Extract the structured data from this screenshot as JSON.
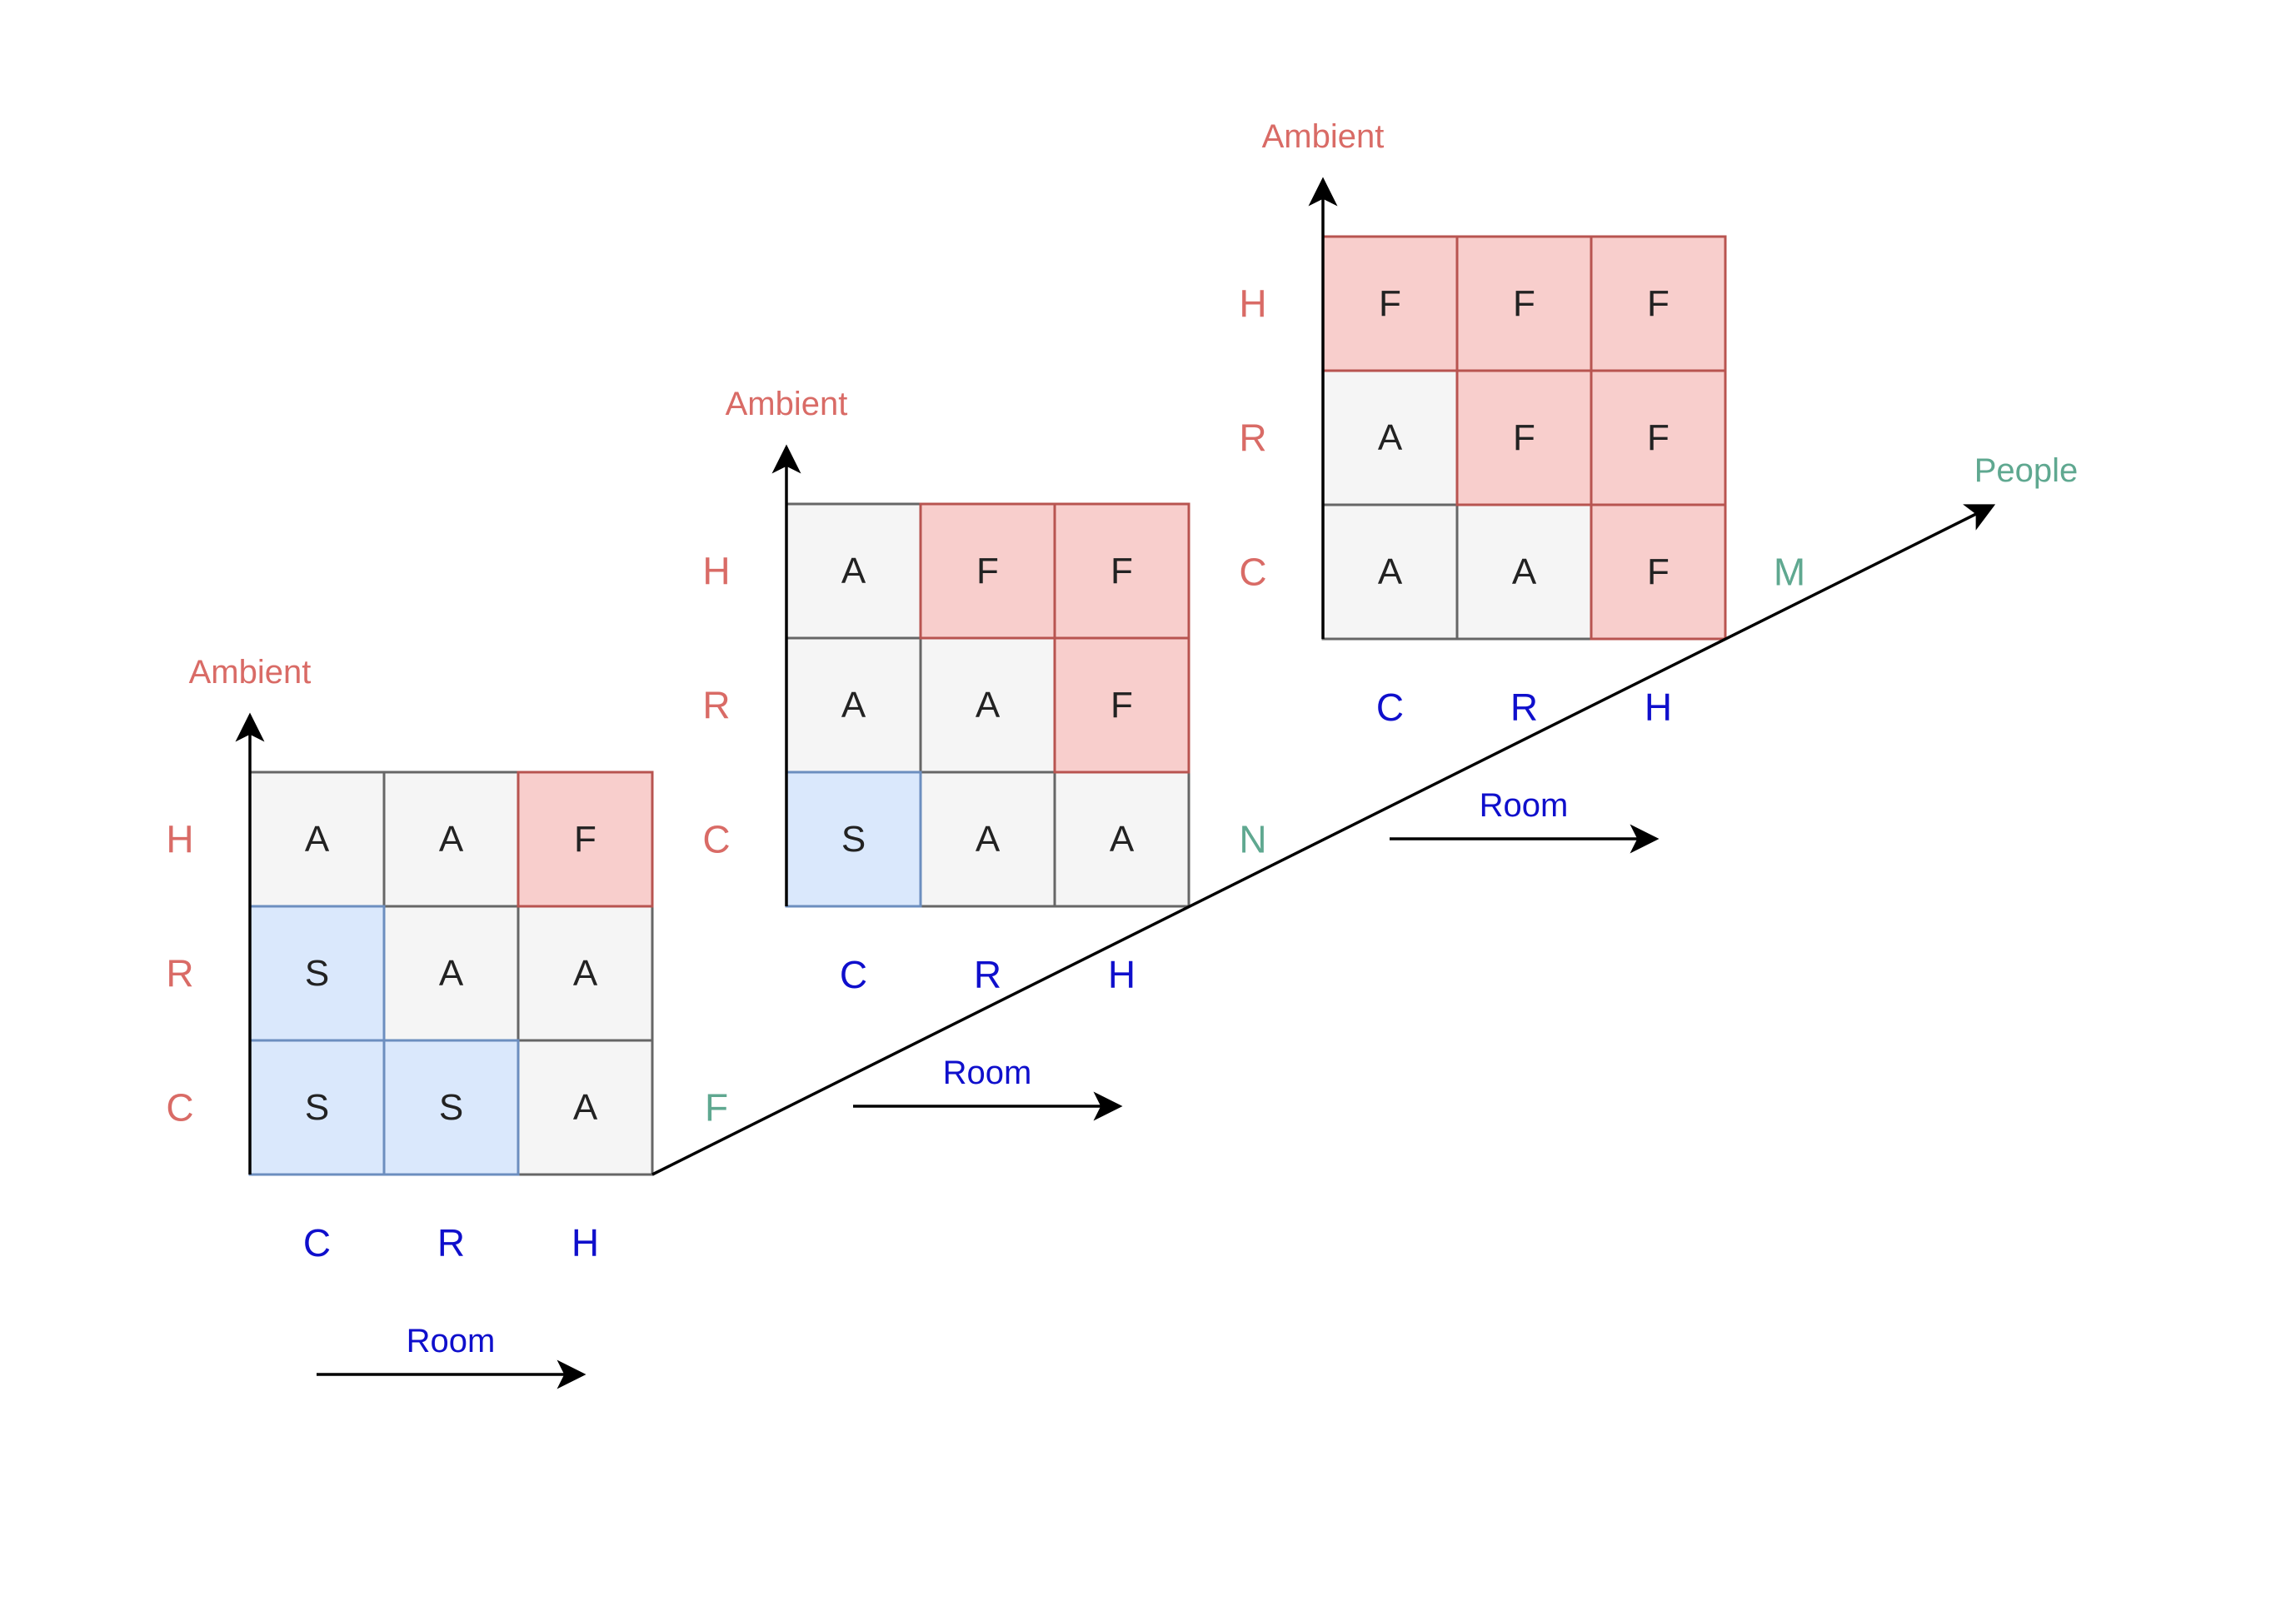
{
  "colors": {
    "ambient_axis_label": "#d96b66",
    "row_label": "#d96b66",
    "col_label": "#0f0fcc",
    "room_label": "#0f0fcc",
    "people_label": "#5fa890",
    "cell_A_fill": "#f5f5f5",
    "cell_A_stroke": "#666666",
    "cell_F_fill": "#f8cecc",
    "cell_F_stroke": "#b85450",
    "cell_S_fill": "#dae8fc",
    "cell_S_stroke": "#6c8ebf",
    "axis": "#000000",
    "cell_text": "#222222"
  },
  "people_axis": {
    "label": "People",
    "levels": [
      "F",
      "N",
      "M"
    ]
  },
  "grids": [
    {
      "id": "grid-f",
      "people_level": "F",
      "ambient_label": "Ambient",
      "room_label": "Room",
      "row_labels": [
        "H",
        "R",
        "C"
      ],
      "col_labels": [
        "C",
        "R",
        "H"
      ],
      "cells": [
        [
          "A",
          "A",
          "F"
        ],
        [
          "S",
          "A",
          "A"
        ],
        [
          "S",
          "S",
          "A"
        ]
      ]
    },
    {
      "id": "grid-n",
      "people_level": "N",
      "ambient_label": "Ambient",
      "room_label": "Room",
      "row_labels": [
        "H",
        "R",
        "C"
      ],
      "col_labels": [
        "C",
        "R",
        "H"
      ],
      "cells": [
        [
          "A",
          "F",
          "F"
        ],
        [
          "A",
          "A",
          "F"
        ],
        [
          "S",
          "A",
          "A"
        ]
      ]
    },
    {
      "id": "grid-m",
      "people_level": "M",
      "ambient_label": "Ambient",
      "room_label": "Room",
      "row_labels": [
        "H",
        "R",
        "C"
      ],
      "col_labels": [
        "C",
        "R",
        "H"
      ],
      "cells": [
        [
          "F",
          "F",
          "F"
        ],
        [
          "A",
          "F",
          "F"
        ],
        [
          "A",
          "A",
          "F"
        ]
      ]
    }
  ]
}
